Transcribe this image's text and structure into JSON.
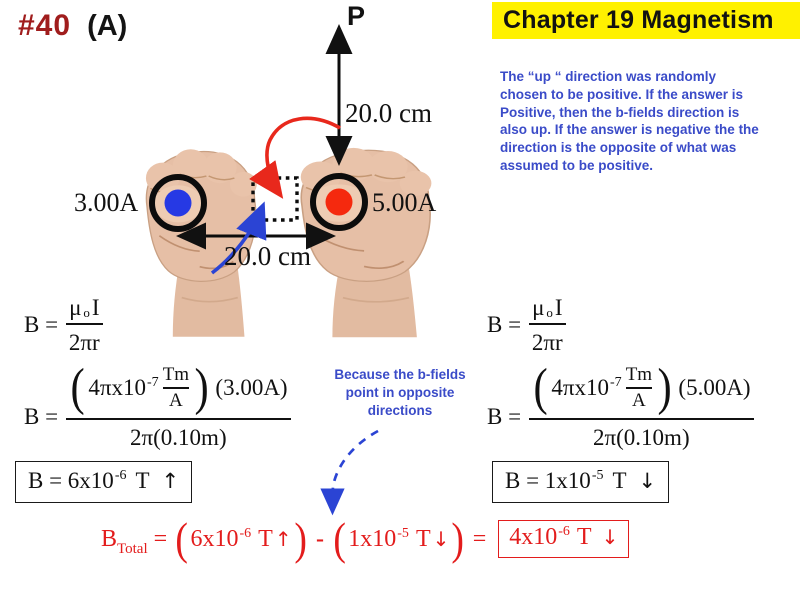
{
  "header": {
    "problem_number": "#40",
    "part_label": "(A)"
  },
  "banner": {
    "title": "Chapter 19 Magnetism",
    "bg_color": "#FFF100",
    "text_color": "#121212"
  },
  "note_right": {
    "text": "The “up “ direction was randomly\nchosen to be positive. If the answer is\nPositive, then the b-fields direction is\nalso up. If the answer is negative the the\ndirection is the opposite of what was\nassumed to be positive.",
    "color": "#3A4BC8"
  },
  "diagram": {
    "p_label": "P",
    "vertical_distance": "20.0 cm",
    "horizontal_distance": "20.0 cm",
    "left_current": "3.00A",
    "right_current": "5.00A",
    "left_dot_color": "#2639E4",
    "right_dot_color": "#F5290E",
    "red_arrow_color": "#E8281C",
    "blue_arrow_color": "#2B44D4"
  },
  "because_note": {
    "text": "Because the b-fields\npoint in opposite\ndirections",
    "color": "#3A4BC8"
  },
  "formula_base": {
    "lhs": "B =",
    "num_mu": "μ",
    "num_sub": "o",
    "num_current": "I",
    "den": "2πr"
  },
  "calc_left": {
    "lhs": "B =",
    "open_paren": "(",
    "coeff": "4πx10",
    "exp": "-7",
    "unit_num": "Tm",
    "unit_den": "A",
    "close_paren": ")",
    "current_term": "(3.00A)",
    "den": "2π(0.10m)"
  },
  "calc_right": {
    "lhs": "B =",
    "open_paren": "(",
    "coeff": "4πx10",
    "exp": "-7",
    "unit_num": "Tm",
    "unit_den": "A",
    "close_paren": ")",
    "current_term": "(5.00A)",
    "den": "2π(0.10m)"
  },
  "result_left": {
    "prefix": "B = 6x10",
    "exp": "-6",
    "unit": "T",
    "arrow": "↑"
  },
  "result_right": {
    "prefix": "B = 1x10",
    "exp": "-5",
    "unit": "T",
    "arrow": "↓"
  },
  "total": {
    "b": "B",
    "sub": "Total",
    "equals": "=",
    "open1": "(",
    "term1": "6x10",
    "term1_exp": "-6",
    "term1_unit": "T",
    "term1_arrow": "↑",
    "close1": ")",
    "minus": "-",
    "open2": "(",
    "term2": "1x10",
    "term2_exp": "-5",
    "term2_unit": "T",
    "term2_arrow": "↓",
    "close2": ")",
    "equals2": "=",
    "result": "4x10",
    "result_exp": "-6",
    "result_unit": "T",
    "result_arrow": "↓",
    "color": "#E31C1C"
  }
}
